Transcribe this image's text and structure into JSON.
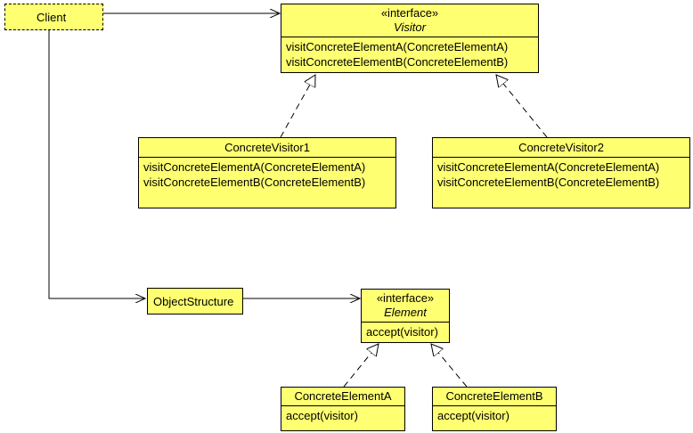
{
  "client": {
    "name": "Client"
  },
  "visitor": {
    "stereotype": "«interface»",
    "name": "Visitor",
    "operations": [
      "visitConcreteElementA(ConcreteElementA)",
      "visitConcreteElementB(ConcreteElementB)"
    ]
  },
  "concrete_visitor_1": {
    "name": "ConcreteVisitor1",
    "operations": [
      "visitConcreteElementA(ConcreteElementA)",
      "visitConcreteElementB(ConcreteElementB)"
    ]
  },
  "concrete_visitor_2": {
    "name": "ConcreteVisitor2",
    "operations": [
      "visitConcreteElementA(ConcreteElementA)",
      "visitConcreteElementB(ConcreteElementB)"
    ]
  },
  "object_structure": {
    "name": "ObjectStructure"
  },
  "element": {
    "stereotype": "«interface»",
    "name": "Element",
    "operations": [
      "accept(visitor)"
    ]
  },
  "concrete_element_a": {
    "name": "ConcreteElementA",
    "operations": [
      "accept(visitor)"
    ]
  },
  "concrete_element_b": {
    "name": "ConcreteElementB",
    "operations": [
      "accept(visitor)"
    ]
  },
  "colors": {
    "class_fill": "#ffff72",
    "line": "#000000"
  }
}
